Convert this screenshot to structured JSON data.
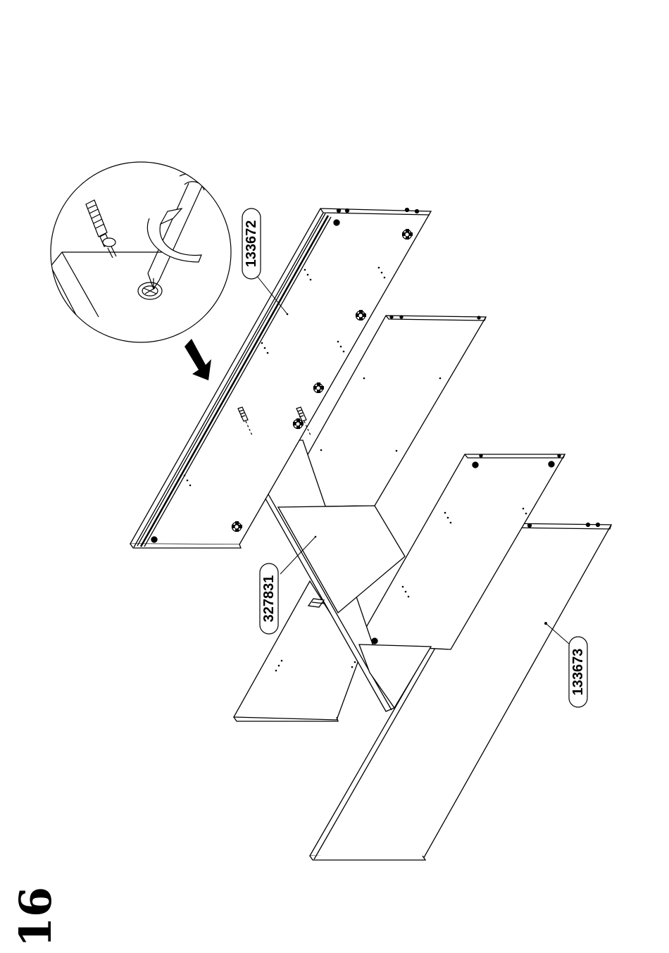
{
  "step": {
    "number": "16"
  },
  "parts": [
    {
      "id": "top-panel",
      "label": "133672"
    },
    {
      "id": "x-divider",
      "label": "327831"
    },
    {
      "id": "bottom-panel",
      "label": "133673"
    }
  ],
  "icons": {
    "detail": "screwdriver-tightening-cam-lock-icon",
    "arrow": "insert-direction-arrow-icon",
    "cam": "cam-lock-fitting-icon",
    "dowel": "wooden-dowel-icon"
  },
  "colors": {
    "line": "#000000",
    "background": "#ffffff"
  }
}
